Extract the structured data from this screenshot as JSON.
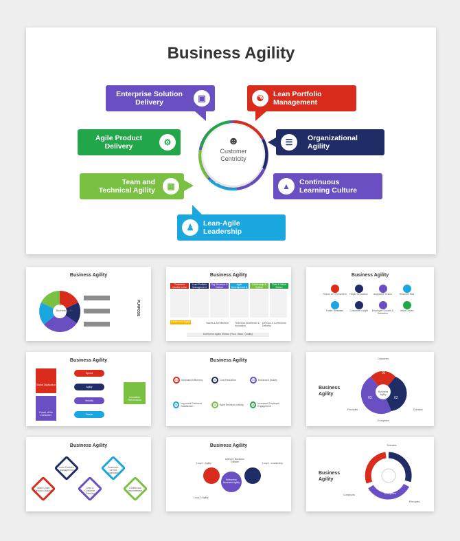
{
  "main": {
    "title": "Business Agility",
    "center": {
      "line1": "Customer",
      "line2": "Centricity"
    },
    "boxes": {
      "enterprise": {
        "line1": "Enterprise Solution",
        "line2": "Delivery",
        "color": "#6a4fc2"
      },
      "lean_portfolio": {
        "line1": "Lean Portfolio",
        "line2": "Management",
        "color": "#d92c1c"
      },
      "agile_product": {
        "line1": "Agile Product",
        "line2": "Delivery",
        "color": "#22a64a"
      },
      "organizational": {
        "line1": "Organizational",
        "line2": "Agility",
        "color": "#1f2c66"
      },
      "team_technical": {
        "line1": "Team and",
        "line2": "Technical Agility",
        "color": "#7ac143"
      },
      "continuous": {
        "line1": "Continuous",
        "line2": "Learning Culture",
        "color": "#6a4fc2"
      },
      "lean_agile": {
        "line1": "Lean-Agile",
        "line2": "Leadership",
        "color": "#1aa7e0"
      }
    }
  },
  "thumbs": [
    {
      "title": "Business Agility"
    },
    {
      "title": "Business Agility"
    },
    {
      "title": "Business Agility"
    },
    {
      "title": "Business Agility"
    },
    {
      "title": "Business Agility"
    },
    {
      "title_l1": "Business",
      "title_l2": "Agility"
    },
    {
      "title": "Business Agility"
    },
    {
      "title": "Business Agility"
    },
    {
      "title_l1": "Business",
      "title_l2": "Agility"
    }
  ],
  "t1": {
    "center": "Business Agility",
    "right_label": "PURPOSE"
  },
  "t2": {
    "headers": [
      "Customer Centric to the Core",
      "Lean Portfolio Management",
      "Org Structure & Culture",
      "Agile Development & Delivery",
      "Leadership & Culture",
      "Data & Value Driven"
    ],
    "footer": "Enterprise Agility Metrics (Flow, Value, Quality)",
    "yellow": "Continuous Agility",
    "vbtn": "Values & Architecture",
    "tech": "Technical Excellence & Innovation",
    "devops": "DevOps & Continuous Delivery"
  },
  "t3": {
    "items": [
      "Return On Investment",
      "Rapid Innovation",
      "Adaptable Teams",
      "Reduced Risk",
      "Faster Releases",
      "Customer Insight",
      "Employee Growth & Retention",
      "Value Driven"
    ]
  },
  "t4": {
    "left": [
      "Global Digitization",
      "Power of the Consumer"
    ],
    "pills": [
      "Speed",
      "Agility",
      "Velocity",
      "Teams"
    ],
    "right": "Innovation Performance"
  },
  "t5": {
    "items": [
      "Increased Efficiency",
      "Cost Reduction",
      "Enhanced Quality",
      "Improved Customer Satisfaction",
      "Agile Decision-making",
      "Increased Employee Engagement"
    ],
    "nums": [
      "01",
      "02",
      "03",
      "04",
      "05",
      "06"
    ]
  },
  "t6": {
    "center": "Business Agility",
    "nums": [
      "01",
      "02",
      "03"
    ],
    "labels": [
      "Outcomes",
      "Principles",
      "Domains",
      "Ecosystem"
    ]
  },
  "t7": {
    "items": [
      "Value Chain Decision Making",
      "Lean Portfolio Management",
      "Lean & Customer Thinking",
      "Customer-Centric Approach",
      "Continuous Improvement"
    ]
  },
  "t8": {
    "center": "Enterprise Business Agility",
    "labels": [
      "Delivery Business Transfer",
      "Loop 1: Agility",
      "Loop 2: Agility",
      "Loop 1: Leadership"
    ]
  },
  "t9": {
    "labels": [
      "Domains",
      "Constructs",
      "Principles",
      "Ecosystem"
    ]
  }
}
